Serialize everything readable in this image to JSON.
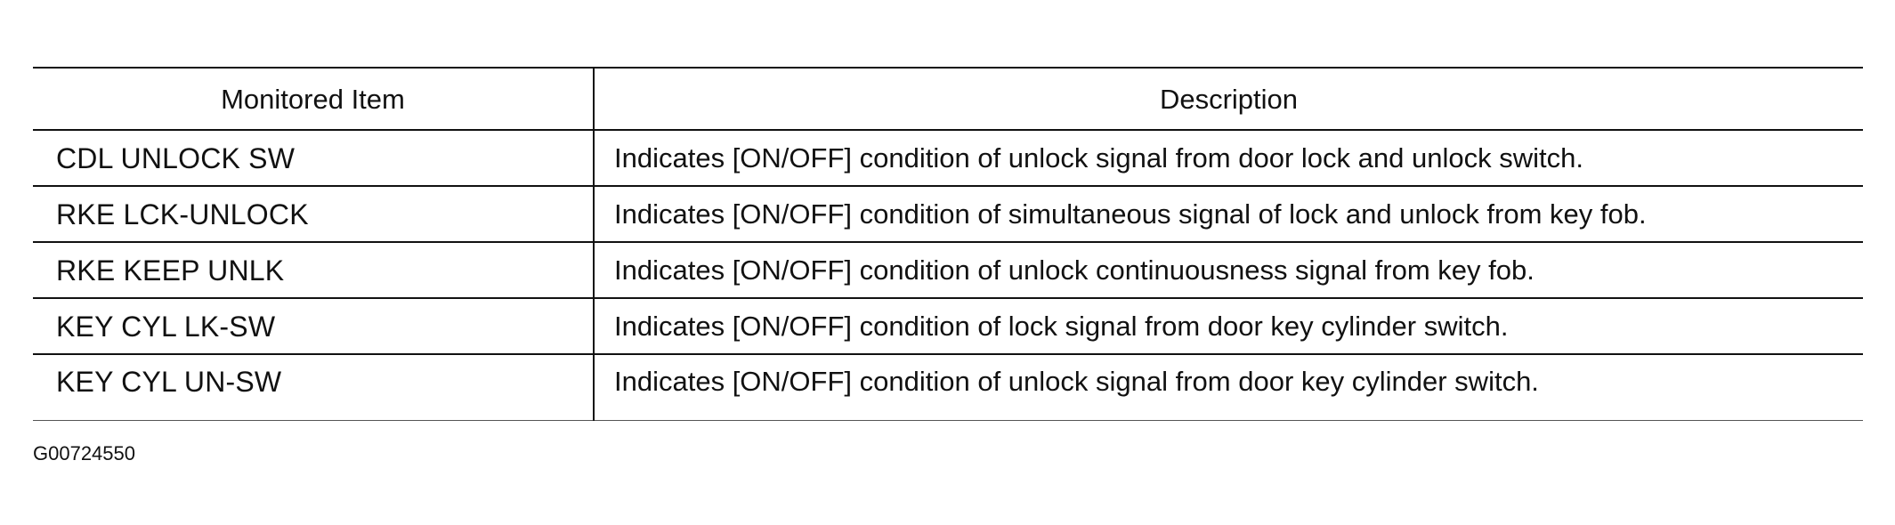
{
  "table": {
    "headers": [
      "Monitored Item",
      "Description"
    ],
    "rows": [
      {
        "item": "CDL UNLOCK SW",
        "description": "Indicates [ON/OFF] condition of unlock signal from door lock and unlock switch."
      },
      {
        "item": "RKE LCK-UNLOCK",
        "description": "Indicates [ON/OFF] condition of simultaneous signal of lock and unlock from key fob."
      },
      {
        "item": "RKE KEEP UNLK",
        "description": "Indicates [ON/OFF] condition of unlock continuousness signal from key fob."
      },
      {
        "item": "KEY CYL LK-SW",
        "description": "Indicates [ON/OFF] condition of lock signal from door key cylinder switch."
      },
      {
        "item": "KEY CYL UN-SW",
        "description": "Indicates [ON/OFF] condition of unlock signal from door key cylinder switch."
      }
    ]
  },
  "figure_id": "G00724550"
}
